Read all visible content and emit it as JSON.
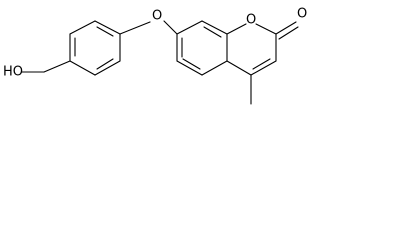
{
  "structure": {
    "atoms": {
      "hydroxyl": "HO",
      "ether_oxygen": "O",
      "ring_oxygen": "O",
      "carbonyl_oxygen": "O"
    }
  }
}
